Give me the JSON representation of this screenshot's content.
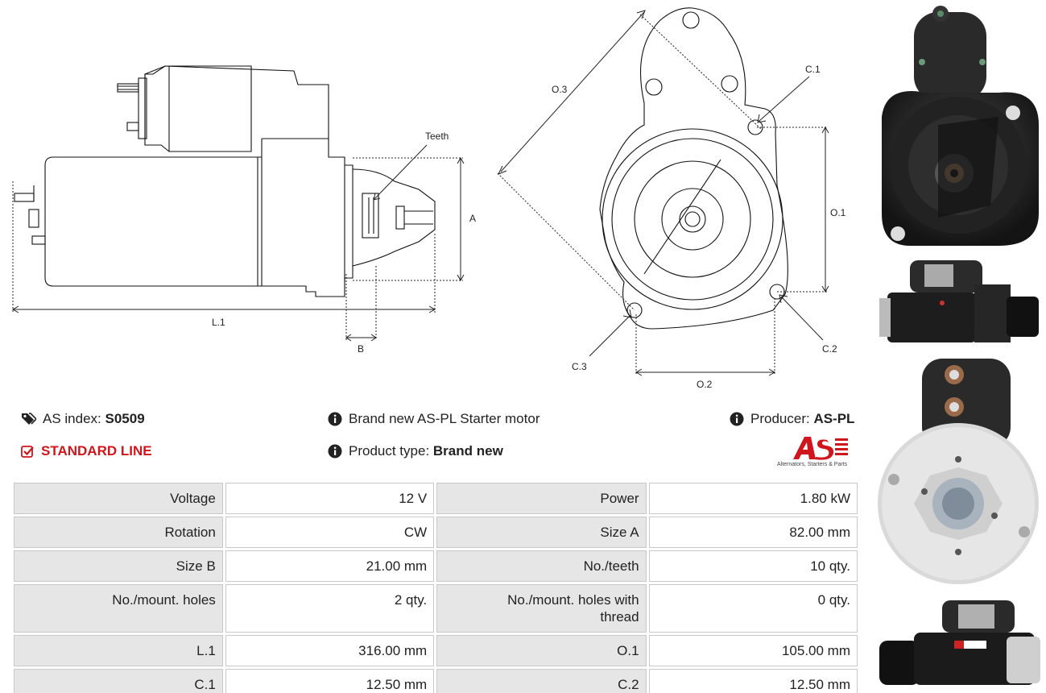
{
  "drawing": {
    "labels": {
      "teeth": "Teeth",
      "a": "A",
      "l1": "L.1",
      "b": "B",
      "o3": "O.3",
      "c1": "C.1",
      "o1": "O.1",
      "c3": "C.3",
      "c2": "C.2",
      "o2": "O.2"
    }
  },
  "info": {
    "as_index_label": "AS index:",
    "as_index_value": "S0509",
    "standard_line": "STANDARD LINE",
    "description": "Brand new AS-PL Starter motor",
    "product_type_label": "Product type:",
    "product_type_value": "Brand new",
    "producer_label": "Producer:",
    "producer_value": "AS-PL",
    "logo_text": "AS",
    "logo_tagline": "Alternators, Starters & Parts"
  },
  "colors": {
    "accent_red": "#d0161d",
    "key_cell_bg": "#e6e6e6"
  },
  "icons": {
    "tag": "tags-icon",
    "check": "checkbox-icon",
    "info": "info-circle-icon"
  },
  "specs": [
    [
      {
        "k": "Voltage",
        "v": "12 V"
      },
      {
        "k": "Power",
        "v": "1.80 kW"
      }
    ],
    [
      {
        "k": "Rotation",
        "v": "CW"
      },
      {
        "k": "Size A",
        "v": "82.00 mm"
      }
    ],
    [
      {
        "k": "Size B",
        "v": "21.00 mm"
      },
      {
        "k": "No./teeth",
        "v": "10 qty."
      }
    ],
    [
      {
        "k": "No./mount. holes",
        "v": "2 qty."
      },
      {
        "k": "No./mount. holes with thread",
        "v": "0 qty."
      }
    ],
    [
      {
        "k": "L.1",
        "v": "316.00 mm"
      },
      {
        "k": "O.1",
        "v": "105.00 mm"
      }
    ],
    [
      {
        "k": "C.1",
        "v": "12.50 mm"
      },
      {
        "k": "C.2",
        "v": "12.50 mm"
      }
    ]
  ]
}
